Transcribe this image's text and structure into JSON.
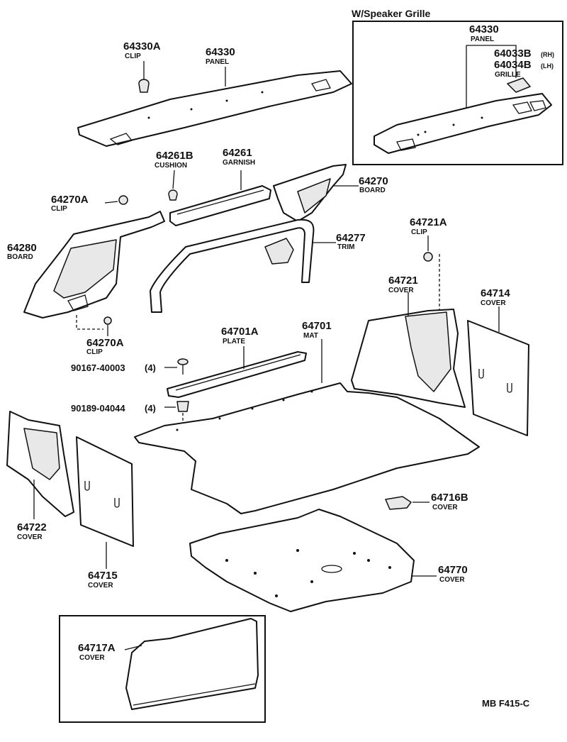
{
  "inset_top": {
    "title": "W/Speaker Grille"
  },
  "callouts": {
    "c64330A": {
      "num": "64330A",
      "name": "CLIP"
    },
    "c64330": {
      "num": "64330",
      "name": "PANEL"
    },
    "c64330_inset": {
      "num": "64330",
      "name": "PANEL"
    },
    "c64033B": {
      "num": "64033B",
      "side": "(RH)"
    },
    "c64034B": {
      "num": "64034B",
      "side": "(LH)",
      "name": "GRILLE"
    },
    "c64261B": {
      "num": "64261B",
      "name": "CUSHION"
    },
    "c64261": {
      "num": "64261",
      "name": "GARNISH"
    },
    "c64270": {
      "num": "64270",
      "name": "BOARD"
    },
    "c64270A_top": {
      "num": "64270A",
      "name": "CLIP"
    },
    "c64280": {
      "num": "64280",
      "name": "BOARD"
    },
    "c64277": {
      "num": "64277",
      "name": "TRIM"
    },
    "c64721A": {
      "num": "64721A",
      "name": "CLIP"
    },
    "c64721": {
      "num": "64721",
      "name": "COVER"
    },
    "c64714": {
      "num": "64714",
      "name": "COVER"
    },
    "c64270A_bottom": {
      "num": "64270A",
      "name": "CLIP"
    },
    "c64701A": {
      "num": "64701A",
      "name": "PLATE"
    },
    "c64701": {
      "num": "64701",
      "name": "MAT"
    },
    "c90167": {
      "num": "90167-40003",
      "qty": "(4)"
    },
    "c90189": {
      "num": "90189-04044",
      "qty": "(4)"
    },
    "c64722": {
      "num": "64722",
      "name": "COVER"
    },
    "c64715": {
      "num": "64715",
      "name": "COVER"
    },
    "c64716B": {
      "num": "64716B",
      "name": "COVER"
    },
    "c64770": {
      "num": "64770",
      "name": "COVER"
    },
    "c64717A": {
      "num": "64717A",
      "name": "COVER"
    }
  },
  "footer": {
    "code": "MB  F415-C"
  }
}
